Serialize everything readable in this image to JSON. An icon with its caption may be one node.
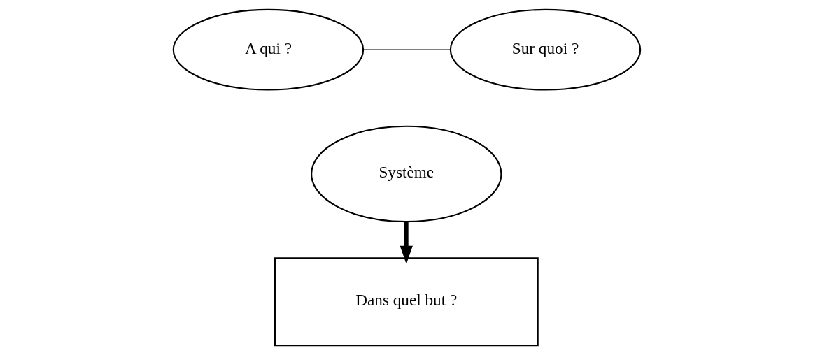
{
  "diagram": {
    "nodes": [
      {
        "text": [
          "A qui ?"
        ]
      },
      {
        "text": [
          "Sur quoi ?"
        ]
      },
      {
        "text": [
          "Système"
        ]
      },
      {
        "text": [
          "Dans quel but ?"
        ]
      }
    ],
    "edges": [
      {
        "from": 0,
        "to": 1,
        "arrow": "none"
      },
      {
        "from": 2,
        "to": 3,
        "arrow": "to",
        "style": "thick"
      }
    ]
  }
}
